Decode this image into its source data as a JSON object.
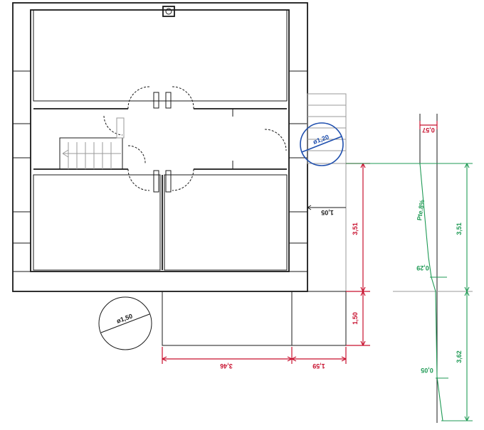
{
  "colors": {
    "dimension_red": "#c8102e",
    "slope_green": "#1f9a55",
    "turning_circle_blue": "#1f4fae",
    "wall_black": "#1a1a1a"
  },
  "labels": {
    "turning_circle_entrance": "ø1,20",
    "turning_circle_outside": "ø1,50",
    "dim_ramp_width": "1,05",
    "dim_vertical_upper": "3,51",
    "dim_vertical_lower": "1,50",
    "dim_bottom_left": "3,46",
    "dim_bottom_right": "1,59",
    "profile_top_drop": "0,57",
    "profile_slope": "Pte.8%",
    "profile_length_upper": "3,51",
    "profile_length_lower": "3,62",
    "profile_step_upper": "0,29",
    "profile_step_lower": "0,05"
  }
}
